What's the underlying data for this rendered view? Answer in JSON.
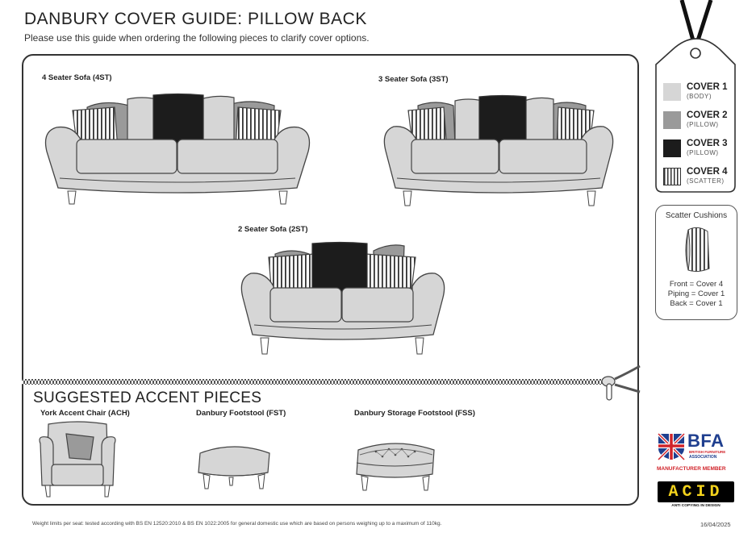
{
  "header": {
    "title": "DANBURY COVER GUIDE: PILLOW BACK",
    "subtitle": "Please use this guide when ordering the following pieces to clarify cover options."
  },
  "sofas": [
    {
      "label": "4 Seater Sofa (4ST)"
    },
    {
      "label": "3 Seater Sofa (3ST)"
    },
    {
      "label": "2 Seater Sofa (2ST)"
    }
  ],
  "accents": {
    "title": "SUGGESTED ACCENT PIECES",
    "items": [
      {
        "label": "York Accent Chair (ACH)"
      },
      {
        "label": "Danbury Footstool (FST)"
      },
      {
        "label": "Danbury Storage Footstool (FSS)"
      }
    ]
  },
  "legend": [
    {
      "main": "COVER 1",
      "sub": "(BODY)",
      "color": "#d6d6d6"
    },
    {
      "main": "COVER 2",
      "sub": "(PILLOW)",
      "color": "#9a9a9a"
    },
    {
      "main": "COVER 3",
      "sub": "(PILLOW)",
      "color": "#1c1c1c"
    },
    {
      "main": "COVER 4",
      "sub": "(SCATTER)",
      "color": "stripes"
    }
  ],
  "scatter": {
    "title": "Scatter Cushions",
    "lines": [
      "Front = Cover 4",
      "Piping = Cover 1",
      "Back = Cover 1"
    ]
  },
  "footer": {
    "note": "Weight limits per seat: tested according with BS EN 12520:2010 & BS EN 1022:2005 for general domestic use which are based on persons weighing up to a maximum of 110kg.",
    "date": "16/04/2025"
  },
  "logos": {
    "bfa_main": "BFA",
    "bfa_sub1": "BRITISH FURNITURE",
    "bfa_sub2": "ASSOCIATION",
    "bfa_member": "MANUFACTURER MEMBER",
    "acid_main": "ACID",
    "acid_sub": "ANTI COPYING IN DESIGN"
  },
  "colors": {
    "body": "#d6d6d6",
    "pillow_grey": "#9a9a9a",
    "pillow_black": "#1c1c1c",
    "outline": "#444444",
    "bfa_red": "#d1232a",
    "bfa_blue": "#1f3f8f"
  }
}
